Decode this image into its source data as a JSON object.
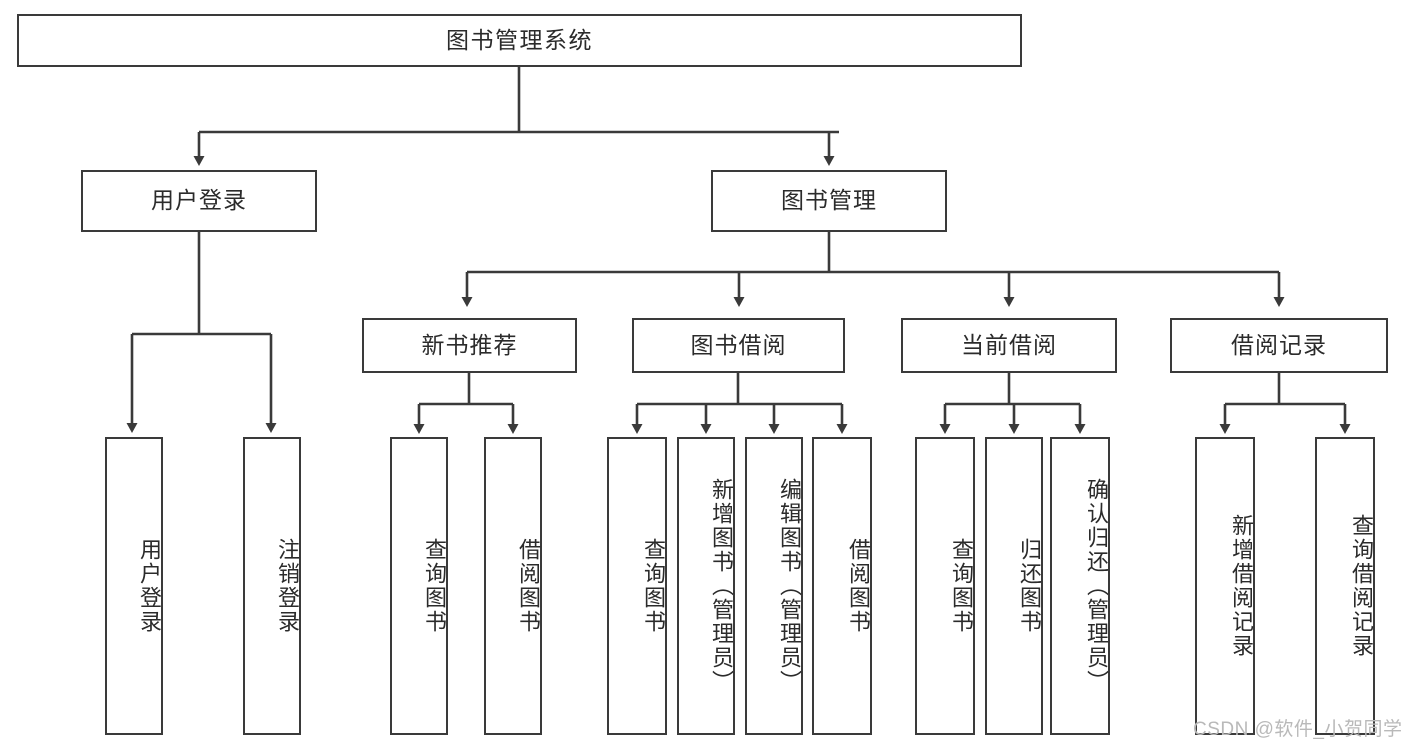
{
  "diagram": {
    "title": "图书管理系统",
    "type": "tree-hierarchy-chart",
    "colors": {
      "stroke": "#3a3a3a",
      "fill": "#ffffff",
      "text": "#2b2b2b",
      "watermark": "#b9b9b9"
    }
  },
  "nodes": {
    "root": {
      "label": "图书管理系统"
    },
    "level2": [
      {
        "label": "用户登录"
      },
      {
        "label": "图书管理"
      }
    ],
    "level3": [
      {
        "label": "新书推荐"
      },
      {
        "label": "图书借阅"
      },
      {
        "label": "当前借阅"
      },
      {
        "label": "借阅记录"
      }
    ],
    "leaves": {
      "user_login": [
        {
          "label": "用户登录"
        },
        {
          "label": "注销登录"
        }
      ],
      "new_book_recommend": [
        {
          "label": "查询图书"
        },
        {
          "label": "借阅图书"
        }
      ],
      "book_borrow": [
        {
          "label": "查询图书"
        },
        {
          "label": "新增图书（管理员）"
        },
        {
          "label": "编辑图书（管理员）"
        },
        {
          "label": "借阅图书"
        }
      ],
      "current_borrow": [
        {
          "label": "查询图书"
        },
        {
          "label": "归还图书"
        },
        {
          "label": "确认归还（管理员）"
        }
      ],
      "borrow_record": [
        {
          "label": "新增借阅记录"
        },
        {
          "label": "查询借阅记录"
        }
      ]
    }
  },
  "watermark": {
    "text": "CSDN @软件_小贺同学"
  }
}
